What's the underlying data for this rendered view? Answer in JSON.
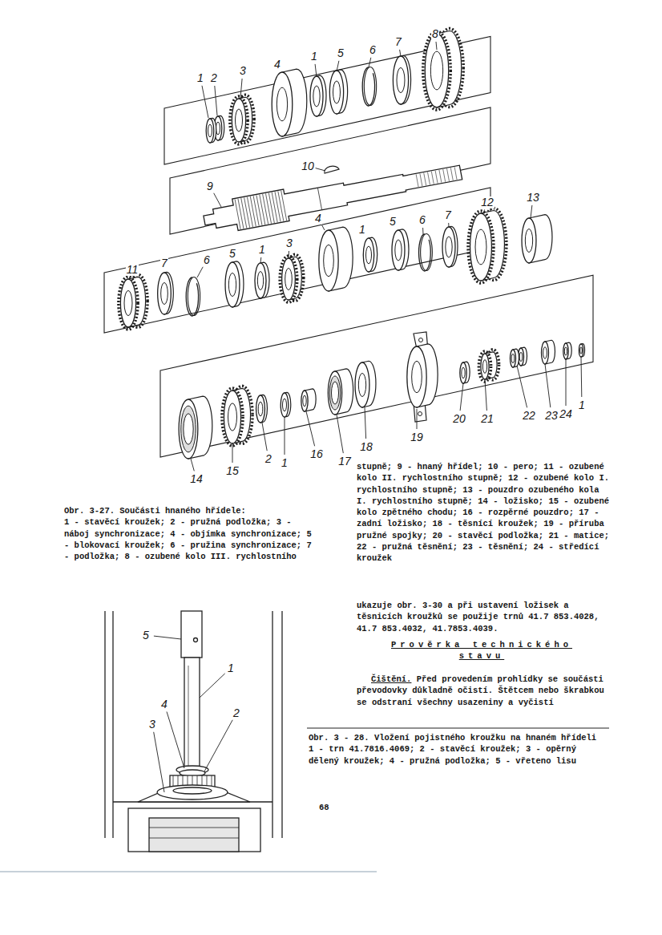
{
  "diagram": {
    "labels": [
      "8",
      "1",
      "2",
      "3",
      "4",
      "1",
      "5",
      "6",
      "7",
      "10",
      "9",
      "11",
      "7",
      "6",
      "5",
      "1",
      "3",
      "4",
      "1",
      "5",
      "6",
      "7",
      "12",
      "13",
      "14",
      "15",
      "2",
      "1",
      "16",
      "17",
      "18",
      "19",
      "20",
      "21",
      "22",
      "23",
      "24",
      "1",
      "5",
      "1",
      "4",
      "2",
      "3",
      "Obr. 3-27. Součásti hnaného hřídele:",
      "1 - stavěcí kroužek; 2 - pružná podložka; 3 - náboj synchronizace; 4 - objímka synchronizace; 5 - blokovací kroužek; 6 - pružina synchronizace; 7 - podložka; 8 - ozubené kolo III. rychlostního",
      "stupně; 9 - hnaný hřídel; 10 - pero; 11 - ozubené kolo II. rychlostního stupně; 12 - ozubené kolo I. rychlostního stupně; 13 - pouzdro ozubeného kola I. rychlostního stupně; 14 - ložisko; 15 - ozubené kolo zpětného chodu; 16 - rozpěrné pouzdro; 17 - zadní ložisko; 18 - těsnící kroužek; 19 - příruba pružné spojky; 20 - stavěcí podložka; 21 - matice; 22 - pružná těsnění; 23 - těsnění; 24 - středící kroužek",
      "ukazuje obr. 3-30 a při ustavení ložisek a těsnicích kroužků se použije trnů 41.7 853.4028, 41.7 853.4032, 41.7853.4039.",
      "Prověrka technického stavu",
      "Čištění.",
      "Před provedením prohlídky se součásti převodovky důkladně očistí. Štětcem nebo škrabkou se odstraní všechny usazeniny a vyčistí",
      "Obr. 3 - 28. Vložení pojistného kroužku na hnaném hřídeli",
      "1 - trn 41.7816.4069; 2 - stavěcí kroužek; 3 - opěrný dělený kroužek; 4 - pružná podložka; 5 - vřeteno lisu",
      "68"
    ]
  }
}
